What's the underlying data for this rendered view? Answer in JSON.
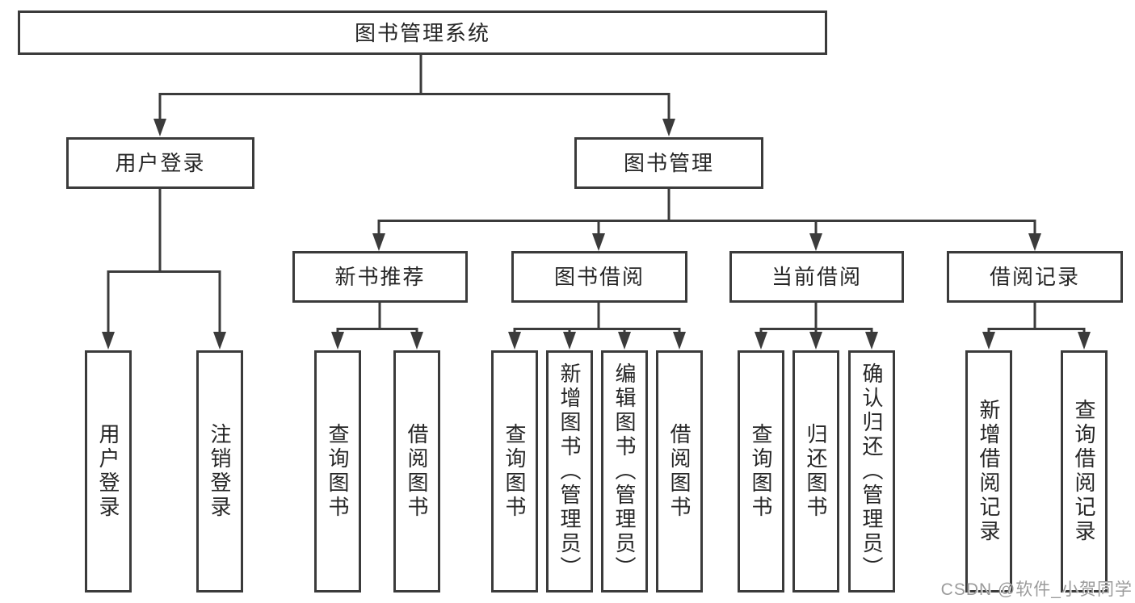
{
  "nodes": {
    "root": {
      "label": "图书管理系统"
    },
    "user_login": {
      "label": "用户登录"
    },
    "book_mgmt": {
      "label": "图书管理"
    },
    "login": {
      "label": "用户登录"
    },
    "logout": {
      "label": "注销登录"
    },
    "new_book_rec": {
      "label": "新书推荐"
    },
    "book_borrow": {
      "label": "图书借阅"
    },
    "current_borrow": {
      "label": "当前借阅"
    },
    "borrow_records": {
      "label": "借阅记录"
    },
    "nbr_query": {
      "label": "查询图书"
    },
    "nbr_borrow": {
      "label": "借阅图书"
    },
    "bb_query": {
      "label": "查询图书"
    },
    "bb_add": {
      "label": "新增图书（管理员）"
    },
    "bb_edit": {
      "label": "编辑图书（管理员）"
    },
    "bb_borrow": {
      "label": "借阅图书"
    },
    "cb_query": {
      "label": "查询图书"
    },
    "cb_return": {
      "label": "归还图书"
    },
    "cb_confirm": {
      "label": "确认归还（管理员）"
    },
    "br_add": {
      "label": "新增借阅记录"
    },
    "br_query": {
      "label": "查询借阅记录"
    }
  },
  "watermark": {
    "text": "CSDN @软件_小贺同学"
  },
  "colors": {
    "line": "#3b3b3b",
    "text": "#262626",
    "watermark": "#9b9b9b",
    "background": "#ffffff"
  }
}
